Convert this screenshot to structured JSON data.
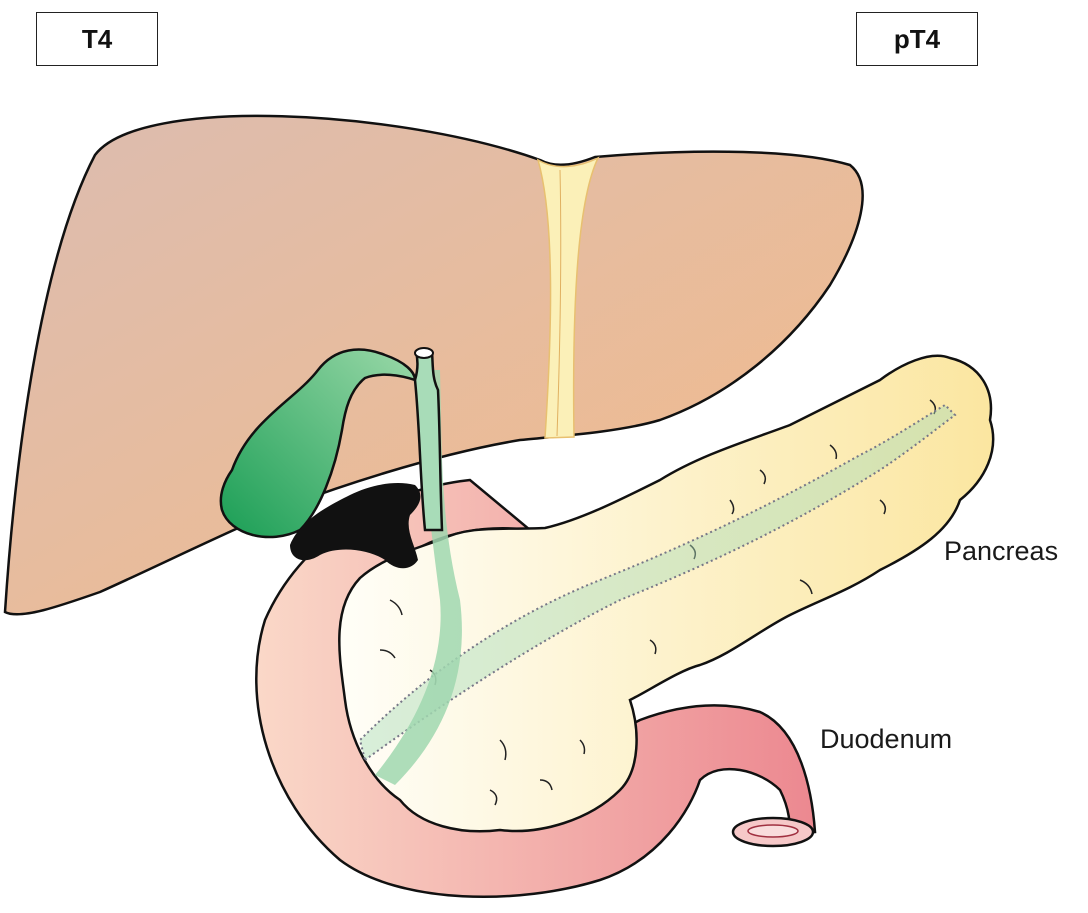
{
  "stages": {
    "clinical": "T4",
    "pathologic": "pT4"
  },
  "labels": {
    "pancreas": "Pancreas",
    "duodenum": "Duodenum"
  },
  "colors": {
    "liver": "#e8b898",
    "gallbladder": "#2aa860",
    "bile_duct": "#a8dcb8",
    "duodenum": "#f0a0a0",
    "pancreas": "#fbf0c0",
    "tumor": "#111111"
  }
}
